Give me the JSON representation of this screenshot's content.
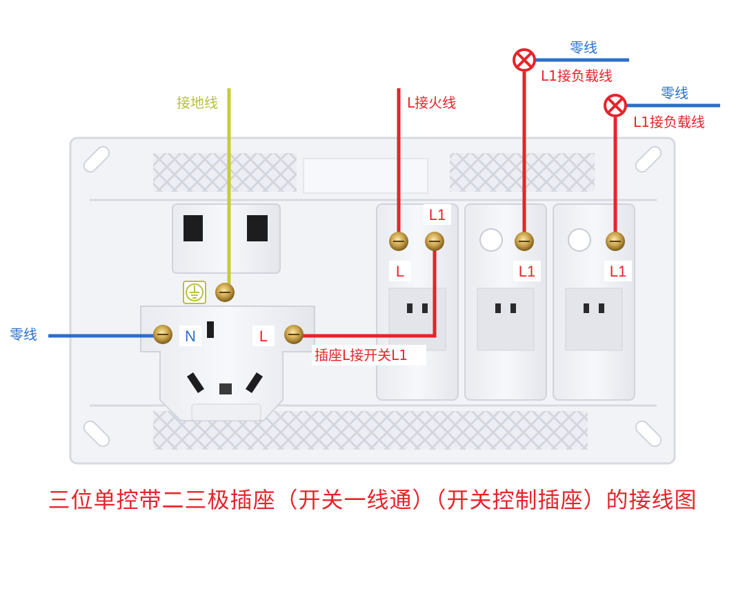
{
  "labels": {
    "ground_wire": "接地线",
    "live_wire": "L接火线",
    "neutral_left": "零线",
    "neutral_top_1": "零线",
    "load_1": "L1接负载线",
    "neutral_top_2": "零线",
    "load_2": "L1接负载线",
    "socket_l_to_switch": "插座L接开关L1",
    "terminal_n": "N",
    "terminal_l_socket": "L",
    "terminal_l_switch1": "L",
    "terminal_l1_switch1": "L1",
    "terminal_l1_switch2": "L1",
    "terminal_l1_switch3": "L1"
  },
  "caption": "三位单控带二三极插座（开关一线通）（开关控制插座）的接线图",
  "colors": {
    "live_red": "#e8232b",
    "neutral_blue": "#2b6fc9",
    "ground_yellow": "#c6cc3a",
    "caption_red": "#e8232b",
    "panel_fill": "#f2f3f7",
    "panel_edge": "#d7d9e0",
    "terminal_brass": "#c9a24a"
  },
  "icons": {
    "ground_symbol": "ground-icon",
    "lamp_symbol": "lamp-icon"
  }
}
